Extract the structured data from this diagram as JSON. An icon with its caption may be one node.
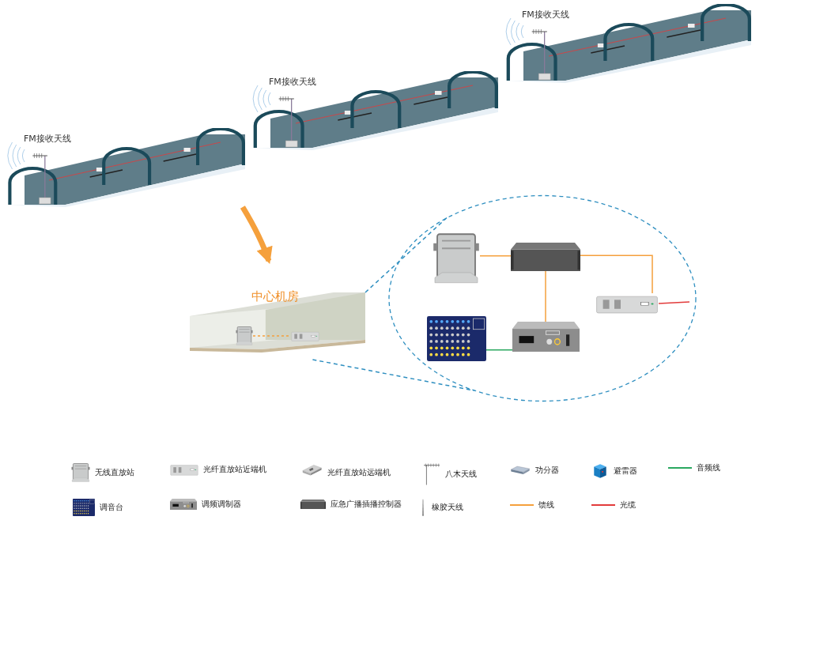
{
  "diagram": {
    "nodes": [
      {
        "text": [],
        "shape": "picture",
        "beside": [
          "FM接收天线"
        ]
      },
      {
        "text": [],
        "shape": "picture",
        "beside": [
          "FM接收天线"
        ]
      },
      {
        "text": [],
        "shape": "picture",
        "beside": [
          "FM接收天线"
        ]
      },
      {
        "text": [
          "中心机房"
        ]
      },
      {
        "text": [],
        "shape": "picture",
        "in": 3
      },
      {
        "text": [],
        "shape": "picture",
        "in": 3
      },
      {
        "text": [],
        "shape": "circle"
      },
      {
        "text": [],
        "shape": "picture",
        "in": 6
      },
      {
        "text": [],
        "shape": "picture",
        "in": 6
      },
      {
        "text": [],
        "shape": "picture",
        "in": 6
      },
      {
        "text": [],
        "shape": "picture",
        "in": 6
      },
      {
        "text": [],
        "shape": "picture",
        "in": 6
      }
    ],
    "edges": [
      {
        "from": 2,
        "to": 3,
        "arrow": "to",
        "style": "thick"
      },
      {
        "from": 4,
        "to": 5,
        "arrow": "none",
        "style": "dashed"
      },
      {
        "from": 7,
        "to": 8,
        "arrow": "none"
      },
      {
        "from": 8,
        "to": 9,
        "arrow": "none"
      },
      {
        "from": 8,
        "to": 11,
        "arrow": "none"
      },
      {
        "from": 10,
        "to": 11,
        "arrow": "none",
        "color": "#2aa860"
      },
      {
        "from": 9,
        "to": null,
        "arrow": "none",
        "color": "#e23b3b"
      },
      {
        "from": 3,
        "to": 6,
        "arrow": "none",
        "style": "dashed",
        "color": "#2f8fc0"
      },
      {
        "from": 3,
        "to": 6,
        "arrow": "none",
        "style": "dashed",
        "color": "#2f8fc0"
      }
    ],
    "legend": [
      {
        "text": "无线直放站"
      },
      {
        "text": "光纤直放站近端机"
      },
      {
        "text": "光纤直放站远端机"
      },
      {
        "text": "八木天线"
      },
      {
        "text": "功分器"
      },
      {
        "text": "避雷器"
      },
      {
        "text": "音频线",
        "color": "#2aa860"
      },
      {
        "text": "调音台"
      },
      {
        "text": "调频调制器"
      },
      {
        "text": "应急广播插播控制器"
      },
      {
        "text": "橡胶天线"
      },
      {
        "text": "馈线",
        "color": "#f5a03c"
      },
      {
        "text": "光缆",
        "color": "#e23b3b"
      }
    ]
  }
}
